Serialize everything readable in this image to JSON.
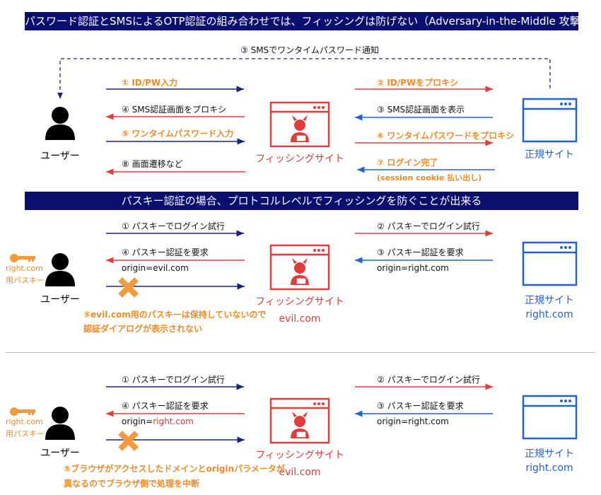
{
  "colors": {
    "navy": "#0a0f6e",
    "orange": "#f08a24",
    "red": "#e23b3b",
    "blue": "#1f63d1"
  },
  "section1": {
    "title": "パスワード認証とSMSによるOTP認証の組み合わせでは、フィッシングは防げない（Adversary-in-the-Middle 攻撃）",
    "sms_notice": "③ SMSでワンタイムパスワード通知",
    "left": [
      "① ID/PW入力",
      "④ SMS認証画面をプロキシ",
      "⑤ ワンタイムパスワード入力",
      "⑧ 画面遷移など"
    ],
    "right": [
      "② ID/PWをプロキシ",
      "③ SMS認証画面を表示",
      "⑥ ワンタイムパスワードをプロキシ",
      "⑦ ログイン完了"
    ],
    "session": "(session cookie 払い出し)",
    "user": "ユーザー",
    "phish": "フィッシングサイト",
    "legit": "正規サイト"
  },
  "section2": {
    "title": "パスキー認証の場合、プロトコルレベルでフィッシングを防ぐことが出来る",
    "left": [
      "① パスキーでログイン試行",
      "④ パスキー認証を要求"
    ],
    "left_origin": "origin=evil.com",
    "right": [
      "② パスキーでログイン試行",
      "③ パスキー認証を要求"
    ],
    "right_origin": "origin=right.com",
    "key_label": [
      "right.com",
      "用パスキー"
    ],
    "user": "ユーザー",
    "phish": "フィッシングサイト",
    "phish_domain": "evil.com",
    "legit": "正規サイト",
    "legit_domain": "right.com",
    "note": [
      "⑤evil.com用のパスキーは保持していないので",
      "認証ダイアログが表示されない"
    ]
  },
  "section3": {
    "left": [
      "① パスキーでログイン試行",
      "④ パスキー認証を要求"
    ],
    "left_origin_prefix": "origin=",
    "left_origin_value": "right.com",
    "right": [
      "② パスキーでログイン試行",
      "③ パスキー認証を要求"
    ],
    "right_origin": "origin=right.com",
    "key_label": [
      "right.com",
      "用パスキー"
    ],
    "user": "ユーザー",
    "phish": "フィッシングサイト",
    "phish_domain": "evil.com",
    "legit": "正規サイト",
    "legit_domain": "right.com",
    "note": [
      "⑤ブラウザがアクセスしたドメインとoriginパラメータが",
      "異なるのでブラウザ側で処理を中断"
    ]
  }
}
